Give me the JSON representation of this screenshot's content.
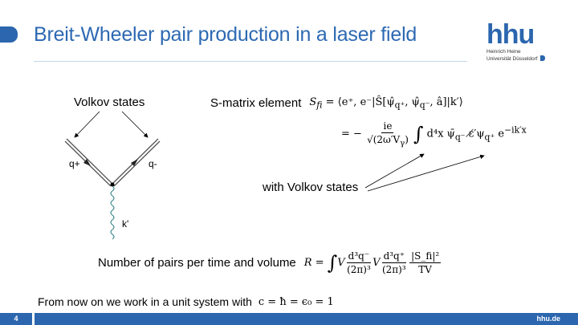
{
  "header": {
    "title": "Breit-Wheeler pair production in a laser field"
  },
  "logo": {
    "mark": "hhu",
    "line1": "Heinrich Heine",
    "line2": "Universität Düsseldorf"
  },
  "diagram": {
    "volkov_label": "Volkov states",
    "q_plus": "q+",
    "q_minus": "q-",
    "k_prime": "k'"
  },
  "smatrix": {
    "label": "S-matrix element",
    "eq1": "S_fi = ⟨e⁺, e⁻|Ŝ[ψ̂_q⁺, ψ̂_q⁻, â]|k′⟩",
    "eq1_lhs": "S",
    "eq1_lhs_sub": "fi",
    "eq1_rhs": " = ⟨e⁺, e⁻|Ŝ[ψ̂",
    "eq1_s1": "q⁺",
    "eq1_mid": ", ψ̂",
    "eq1_s2": "q⁻",
    "eq1_end": ", â]|k′⟩",
    "eq2_prefix": "= −",
    "eq2_num": "ie",
    "eq2_den": "√(2ω′V",
    "eq2_den_sub": "γ",
    "eq2_den_end": ")",
    "eq2_int": "∫",
    "eq2_body": "d⁴x ψ̄",
    "eq2_s1": "q⁻",
    "eq2_mid": " ɛ̸′ψ",
    "eq2_s2": "q⁺",
    "eq2_exp": " e",
    "eq2_sup": "−ik′x"
  },
  "with_volkov": "with Volkov states",
  "pairs": {
    "label": "Number of pairs per time and volume",
    "lhs": "R =",
    "int": "∫",
    "v1": "V",
    "f1_num": "d³q⁻",
    "f1_den": "(2π)³",
    "v2": "V",
    "f2_num": "d³q⁺",
    "f2_den": "(2π)³",
    "f3_num": "|S_fi|²",
    "f3_den": "TV"
  },
  "units": {
    "label": "From now on we work in a unit system with",
    "eq": "c = ħ = ϵ₀ = 1"
  },
  "footer": {
    "page": "4",
    "site": "hhu.de"
  },
  "colors": {
    "brand": "#2b66ae",
    "wave": "#2a7f7f"
  }
}
